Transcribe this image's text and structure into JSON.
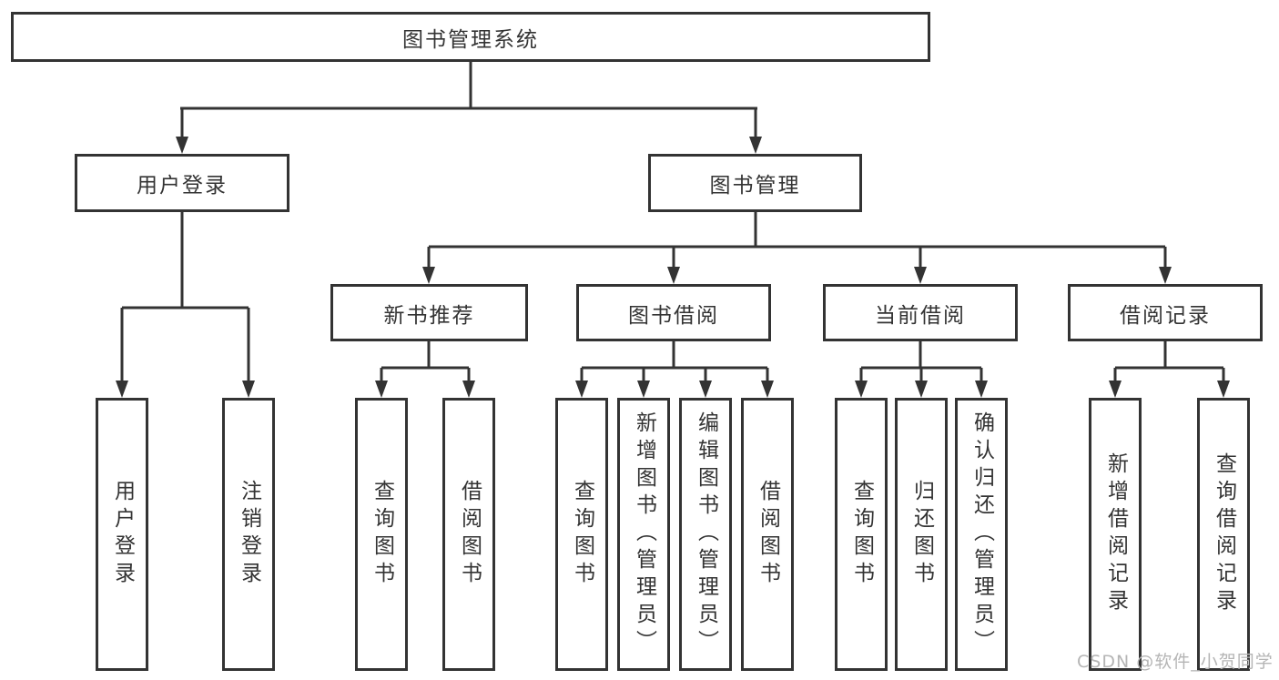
{
  "diagram": {
    "root": {
      "label": "图书管理系统"
    },
    "level2": [
      {
        "label": "用户登录"
      },
      {
        "label": "图书管理"
      }
    ],
    "level3": [
      {
        "label": "新书推荐"
      },
      {
        "label": "图书借阅"
      },
      {
        "label": "当前借阅"
      },
      {
        "label": "借阅记录"
      }
    ],
    "leaves": {
      "user_login": [
        {
          "label": "用户登录"
        },
        {
          "label": "注销登录"
        }
      ],
      "new_book": [
        {
          "label": "查询图书"
        },
        {
          "label": "借阅图书"
        }
      ],
      "book_borrow": [
        {
          "label": "查询图书"
        },
        {
          "label": "新增图书（管理员）"
        },
        {
          "label": "编辑图书（管理员）"
        },
        {
          "label": "借阅图书"
        }
      ],
      "current_borrow": [
        {
          "label": "查询图书"
        },
        {
          "label": "归还图书"
        },
        {
          "label": "确认归还（管理员）"
        }
      ],
      "borrow_record": [
        {
          "label": "新增借阅记录"
        },
        {
          "label": "查询借阅记录"
        }
      ]
    }
  },
  "watermark": {
    "text": "CSDN @软件_小贺同学"
  },
  "colors": {
    "background": "#ffffff",
    "line": "#333333",
    "text": "#333333",
    "watermark": "#b5b5b5"
  }
}
